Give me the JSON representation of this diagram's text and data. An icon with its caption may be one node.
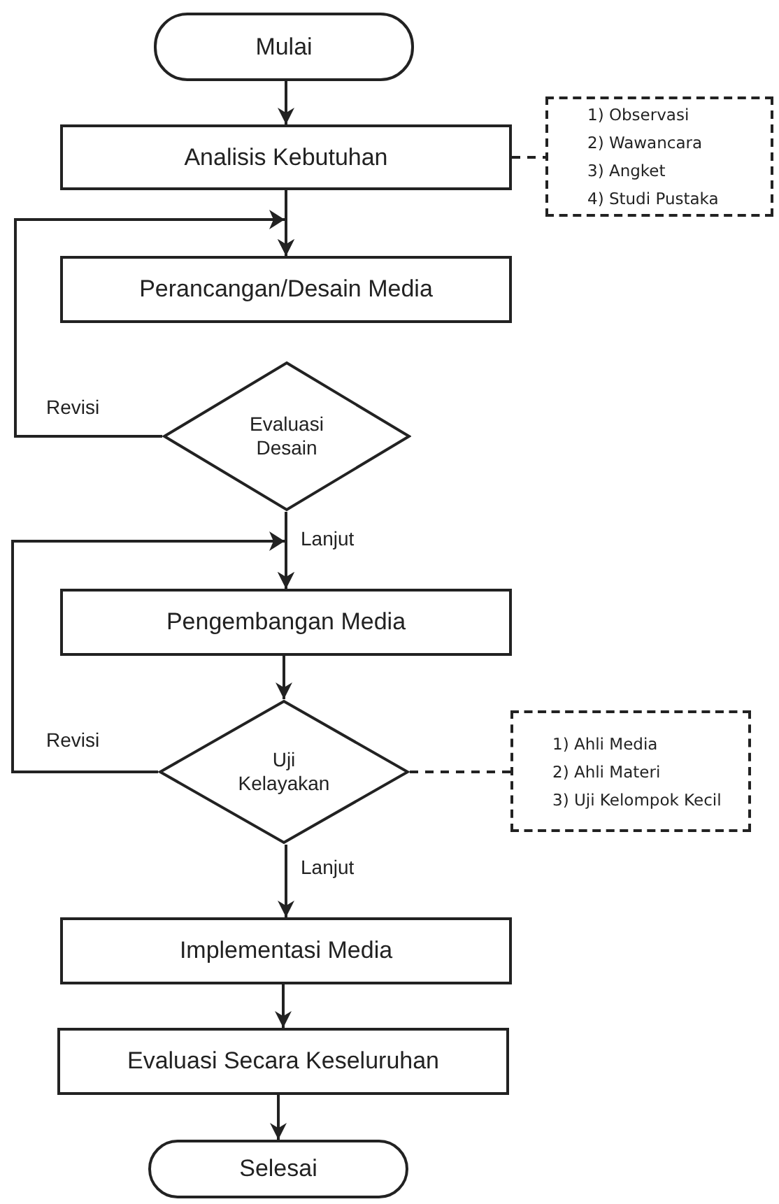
{
  "diagram": {
    "nodes": [
      {
        "text": [
          "Mulai"
        ]
      },
      {
        "text": [
          "Analisis Kebutuhan"
        ]
      },
      {
        "text": [
          "1) Observasi",
          "2) Wawancara",
          "3) Angket",
          "4) Studi Pustaka"
        ]
      },
      {
        "text": [
          "Perancangan/Desain Media"
        ]
      },
      {
        "text": [
          "Evaluasi Desain"
        ]
      },
      {
        "text": [
          "Pengembangan Media"
        ]
      },
      {
        "text": [
          "Uji Kelayakan"
        ]
      },
      {
        "text": [
          "1) Ahli Media",
          "2) Ahli Materi",
          "3) Uji Kelompok Kecil"
        ]
      },
      {
        "text": [
          "Implementasi Media"
        ]
      },
      {
        "text": [
          "Evaluasi Secara Keseluruhan"
        ]
      },
      {
        "text": [
          "Selesai"
        ]
      }
    ],
    "edges": [
      {
        "from": 0,
        "to": 1,
        "arrow": "to"
      },
      {
        "from": 1,
        "to": 2,
        "arrow": "none",
        "style": "dashed"
      },
      {
        "from": 1,
        "to": 3,
        "arrow": "to"
      },
      {
        "from": 4,
        "to": 3,
        "arrow": "to",
        "label": "Revisi"
      },
      {
        "from": 4,
        "to": 5,
        "arrow": "to",
        "label": "Lanjut"
      },
      {
        "from": 5,
        "to": 6,
        "arrow": "to"
      },
      {
        "from": 6,
        "to": 5,
        "arrow": "to",
        "label": "Revisi"
      },
      {
        "from": 6,
        "to": 7,
        "arrow": "none",
        "style": "dashed"
      },
      {
        "from": 6,
        "to": 8,
        "arrow": "to",
        "label": "Lanjut"
      },
      {
        "from": 8,
        "to": 9,
        "arrow": "to"
      },
      {
        "from": 9,
        "to": 10,
        "arrow": "to"
      }
    ]
  }
}
